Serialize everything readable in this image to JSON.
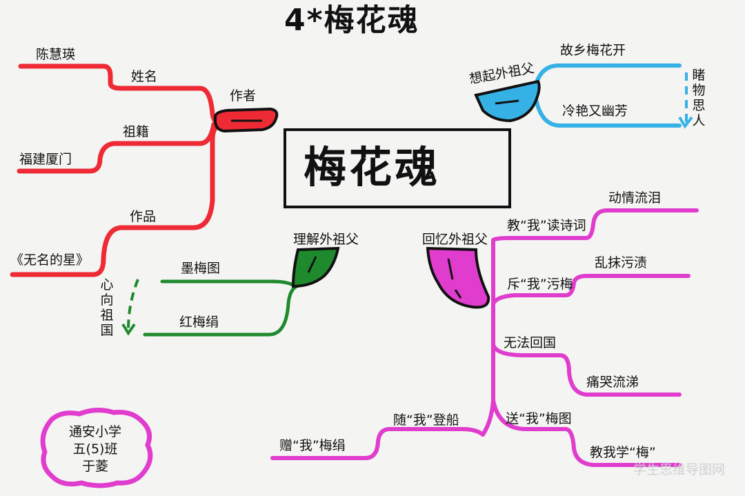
{
  "title": "4*梅花魂",
  "center": "梅花魂",
  "colors": {
    "red": "#ee2b35",
    "blue": "#36b1e6",
    "green": "#1e8a2d",
    "magenta": "#e03ccd",
    "dark": "#111111"
  },
  "author_branch": {
    "label": "作者",
    "items": [
      {
        "key": "姓名",
        "value": "陈慧瑛"
      },
      {
        "key": "祖籍",
        "value": "福建厦门"
      },
      {
        "key": "作品",
        "value": "《无名的星》"
      }
    ]
  },
  "recall_branch": {
    "label": "想起外祖父",
    "items": [
      "故乡梅花开",
      "冷艳又幽芳"
    ],
    "side_note": "睹物思人"
  },
  "understand_branch": {
    "label": "理解外祖父",
    "items": [
      "墨梅图",
      "红梅绢"
    ],
    "side_note": "心向祖国"
  },
  "memory_branch": {
    "label": "回忆外祖父",
    "items": [
      {
        "event": "教“我”读诗词",
        "result": "动情流泪"
      },
      {
        "event": "斥“我”污梅",
        "result": "乱抹污渍"
      },
      {
        "event": "无法回国",
        "result": "痛哭流涕"
      },
      {
        "event": "送“我”梅图",
        "result": "教我学“梅”"
      },
      {
        "event": "随“我”登船",
        "result": "赠“我”梅绢"
      }
    ]
  },
  "author_box": [
    "通安小学",
    "五(5)班",
    "于菱"
  ],
  "watermark": "学生思维导图网"
}
